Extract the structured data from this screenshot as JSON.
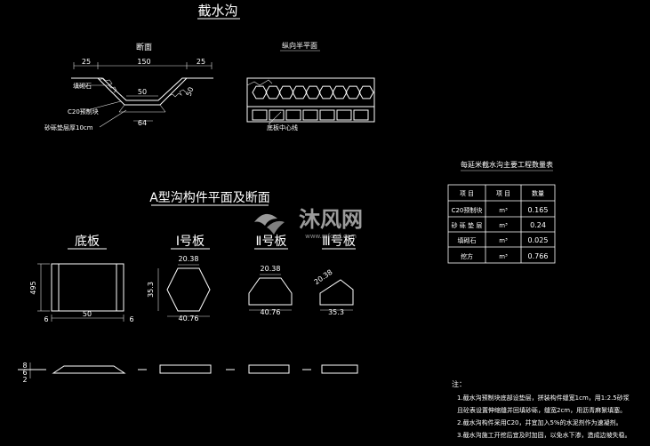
{
  "title": "截水沟",
  "section": {
    "label": "断面",
    "dims": {
      "top_width": "150",
      "left_shoulder": "25",
      "right_shoulder": "25",
      "bottom": "50",
      "depth": "50",
      "base": "64"
    },
    "labels": {
      "paving": "填砌石",
      "concrete": "C20预制块",
      "gravel": "砂砾垫层厚10cm"
    }
  },
  "plan": {
    "label": "纵向半平面",
    "note": "底板中心线"
  },
  "a_title": "A型沟构件平面及断面",
  "parts": [
    {
      "label": "底板",
      "dims": [
        "495",
        "50",
        "6",
        "6"
      ]
    },
    {
      "label": "Ⅰ号板",
      "dims": [
        "20.38",
        "35.3",
        "40.76"
      ]
    },
    {
      "label": "Ⅱ号板",
      "dims": [
        "20.38",
        "40.76"
      ]
    },
    {
      "label": "Ⅲ号板",
      "dims": [
        "20.38",
        "35.3"
      ]
    }
  ],
  "side_dims": [
    "8",
    "6",
    "2"
  ],
  "table": {
    "title": "每延米截水沟主要工程数量表",
    "headers": [
      "项 目",
      "项 目",
      "数量"
    ],
    "rows": [
      [
        "C20预制块",
        "m³",
        "0.165"
      ],
      [
        "砂 砾 垫 层",
        "m³",
        "0.24"
      ],
      [
        "填砌石",
        "m³",
        "0.025"
      ],
      [
        "挖方",
        "m³",
        "0.766"
      ]
    ]
  },
  "notes": {
    "head": "注：",
    "lines": [
      "1.截水沟预制块底部设垫层，拼装构件缝宽1cm，用1:2.5砂浆",
      "  且砼表设置伸缩缝并回填砂砾，缝宽2cm，用沥青麻絮填塞。",
      "2.截水沟构件采用C20，并宜加入5%的水泥剂作为速凝剂。",
      "3.截水沟施工开挖后宜及时加固，以免水下渗，造成边坡失稳。"
    ]
  },
  "watermark": {
    "brand": "沐风网",
    "url": "www.mfcad.com"
  }
}
